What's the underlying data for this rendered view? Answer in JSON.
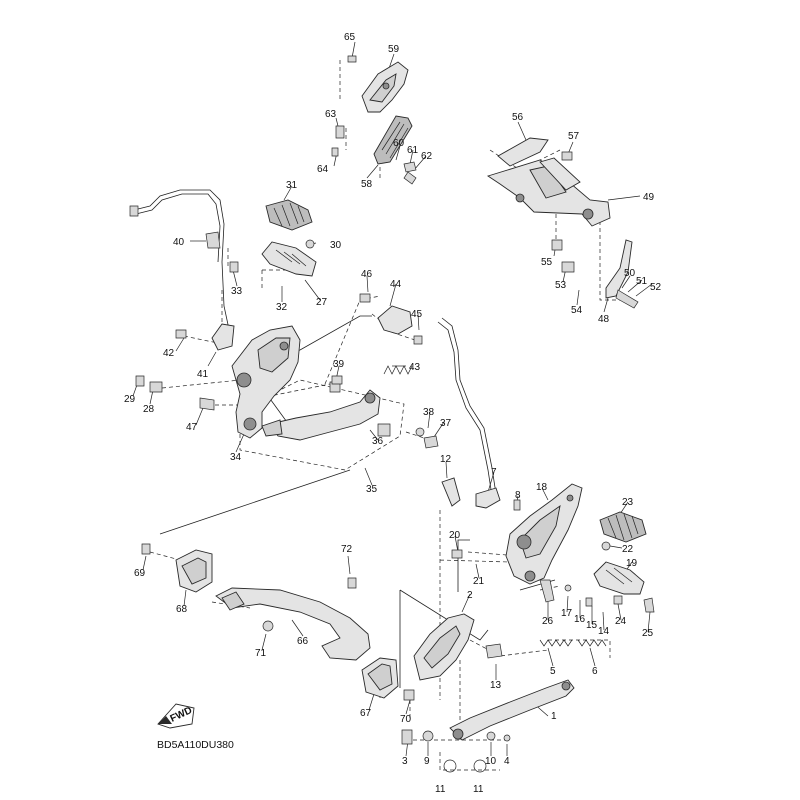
{
  "diagram": {
    "code": "BD5A110DU380",
    "fwd": "FWD",
    "callouts": [
      {
        "id": "c1",
        "text": "1"
      },
      {
        "id": "c2",
        "text": "2"
      },
      {
        "id": "c3",
        "text": "3"
      },
      {
        "id": "c4",
        "text": "4"
      },
      {
        "id": "c5",
        "text": "5"
      },
      {
        "id": "c6",
        "text": "6"
      },
      {
        "id": "c7",
        "text": "7"
      },
      {
        "id": "c8",
        "text": "8"
      },
      {
        "id": "c9",
        "text": "9"
      },
      {
        "id": "c10",
        "text": "10"
      },
      {
        "id": "c11a",
        "text": "11"
      },
      {
        "id": "c11b",
        "text": "11"
      },
      {
        "id": "c12",
        "text": "12"
      },
      {
        "id": "c13",
        "text": "13"
      },
      {
        "id": "c14",
        "text": "14"
      },
      {
        "id": "c15",
        "text": "15"
      },
      {
        "id": "c16",
        "text": "16"
      },
      {
        "id": "c17",
        "text": "17"
      },
      {
        "id": "c18",
        "text": "18"
      },
      {
        "id": "c19",
        "text": "19"
      },
      {
        "id": "c20",
        "text": "20"
      },
      {
        "id": "c21",
        "text": "21"
      },
      {
        "id": "c22",
        "text": "22"
      },
      {
        "id": "c23",
        "text": "23"
      },
      {
        "id": "c24",
        "text": "24"
      },
      {
        "id": "c25",
        "text": "25"
      },
      {
        "id": "c26",
        "text": "26"
      },
      {
        "id": "c27",
        "text": "27"
      },
      {
        "id": "c28",
        "text": "28"
      },
      {
        "id": "c29",
        "text": "29"
      },
      {
        "id": "c30",
        "text": "30"
      },
      {
        "id": "c31",
        "text": "31"
      },
      {
        "id": "c32",
        "text": "32"
      },
      {
        "id": "c33",
        "text": "33"
      },
      {
        "id": "c34",
        "text": "34"
      },
      {
        "id": "c35",
        "text": "35"
      },
      {
        "id": "c36",
        "text": "36"
      },
      {
        "id": "c37",
        "text": "37"
      },
      {
        "id": "c38",
        "text": "38"
      },
      {
        "id": "c39",
        "text": "39"
      },
      {
        "id": "c40",
        "text": "40"
      },
      {
        "id": "c41",
        "text": "41"
      },
      {
        "id": "c42",
        "text": "42"
      },
      {
        "id": "c43",
        "text": "43"
      },
      {
        "id": "c44",
        "text": "44"
      },
      {
        "id": "c45",
        "text": "45"
      },
      {
        "id": "c46",
        "text": "46"
      },
      {
        "id": "c47",
        "text": "47"
      },
      {
        "id": "c48",
        "text": "48"
      },
      {
        "id": "c49",
        "text": "49"
      },
      {
        "id": "c50",
        "text": "50"
      },
      {
        "id": "c51",
        "text": "51"
      },
      {
        "id": "c52",
        "text": "52"
      },
      {
        "id": "c53",
        "text": "53"
      },
      {
        "id": "c54",
        "text": "54"
      },
      {
        "id": "c55",
        "text": "55"
      },
      {
        "id": "c56",
        "text": "56"
      },
      {
        "id": "c57",
        "text": "57"
      },
      {
        "id": "c58",
        "text": "58"
      },
      {
        "id": "c59",
        "text": "59"
      },
      {
        "id": "c60",
        "text": "60"
      },
      {
        "id": "c61",
        "text": "61"
      },
      {
        "id": "c62",
        "text": "62"
      },
      {
        "id": "c63",
        "text": "63"
      },
      {
        "id": "c64",
        "text": "64"
      },
      {
        "id": "c65",
        "text": "65"
      },
      {
        "id": "c66",
        "text": "66"
      },
      {
        "id": "c67",
        "text": "67"
      },
      {
        "id": "c68",
        "text": "68"
      },
      {
        "id": "c69",
        "text": "69"
      },
      {
        "id": "c70",
        "text": "70"
      },
      {
        "id": "c71",
        "text": "71"
      },
      {
        "id": "c72",
        "text": "72"
      }
    ]
  }
}
